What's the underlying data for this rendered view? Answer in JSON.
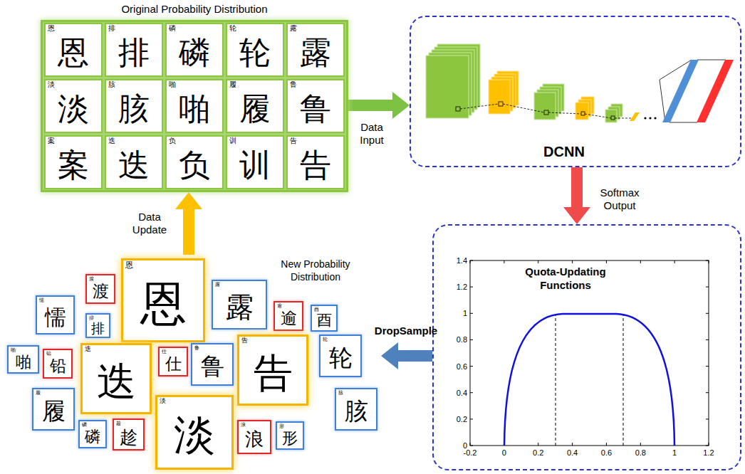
{
  "diagram": {
    "nodes": [
      {
        "text": [
          "Original Probability Distribution"
        ]
      },
      {
        "text": [
          "恩",
          "恩"
        ],
        "in": 0
      },
      {
        "text": [
          "排",
          "排"
        ],
        "in": 0
      },
      {
        "text": [
          "磷",
          "磷"
        ],
        "in": 0
      },
      {
        "text": [
          "轮",
          "轮"
        ],
        "in": 0
      },
      {
        "text": [
          "露",
          "露"
        ],
        "in": 0
      },
      {
        "text": [
          "淡",
          "淡"
        ],
        "in": 0
      },
      {
        "text": [
          "胲",
          "胲"
        ],
        "in": 0
      },
      {
        "text": [
          "啪",
          "啪"
        ],
        "in": 0
      },
      {
        "text": [
          "履",
          "履"
        ],
        "in": 0
      },
      {
        "text": [
          "鲁",
          "鲁"
        ],
        "in": 0
      },
      {
        "text": [
          "案",
          "案"
        ],
        "in": 0
      },
      {
        "text": [
          "迭",
          "迭"
        ],
        "in": 0
      },
      {
        "text": [
          "负",
          "负"
        ],
        "in": 0
      },
      {
        "text": [
          "训",
          "训"
        ],
        "in": 0
      },
      {
        "text": [
          "告",
          "告"
        ],
        "in": 0
      },
      {
        "text": [
          "DCNN"
        ]
      },
      {
        "text": [
          "Quota-Updating Functions"
        ]
      },
      {
        "text": [
          "New Probability Distribution"
        ]
      },
      {
        "text": [
          "渡",
          "渡"
        ],
        "in": 18
      },
      {
        "text": [
          "恩",
          "恩"
        ],
        "in": 18
      },
      {
        "text": [
          "露",
          "露"
        ],
        "in": 18
      },
      {
        "text": [
          "懦",
          "懦"
        ],
        "in": 18
      },
      {
        "text": [
          "逾",
          "逾"
        ],
        "in": 18
      },
      {
        "text": [
          "酉",
          "酉"
        ],
        "in": 18
      },
      {
        "text": [
          "排",
          "排"
        ],
        "in": 18
      },
      {
        "text": [
          "告",
          "告"
        ],
        "in": 18
      },
      {
        "text": [
          "轮",
          "轮"
        ],
        "in": 18
      },
      {
        "text": [
          "迭",
          "迭"
        ],
        "in": 18
      },
      {
        "text": [
          "鲁",
          "鲁"
        ],
        "in": 18
      },
      {
        "text": [
          "啪",
          "啪"
        ],
        "in": 18
      },
      {
        "text": [
          "铅",
          "铅"
        ],
        "in": 18
      },
      {
        "text": [
          "仕",
          "仕"
        ],
        "in": 18
      },
      {
        "text": [
          "履",
          "履"
        ],
        "in": 18
      },
      {
        "text": [
          "胲",
          "胲"
        ],
        "in": 18
      },
      {
        "text": [
          "淡",
          "淡"
        ],
        "in": 18
      },
      {
        "text": [
          "磷",
          "磷"
        ],
        "in": 18
      },
      {
        "text": [
          "趁",
          "趁"
        ],
        "in": 18
      },
      {
        "text": [
          "浪",
          "浪"
        ],
        "in": 18
      },
      {
        "text": [
          "形",
          "形"
        ],
        "in": 18
      }
    ],
    "edges": [
      {
        "from": 0,
        "to": 16,
        "arrow": "to",
        "label": "Data Input"
      },
      {
        "from": 16,
        "to": 17,
        "arrow": "to",
        "label": "Softmax Output"
      },
      {
        "from": 17,
        "to": 18,
        "arrow": "to",
        "label": "DropSample"
      },
      {
        "from": 18,
        "to": 0,
        "arrow": "to",
        "label": "Data Update"
      }
    ],
    "labels": [
      "0",
      "0.2",
      "0.4",
      "0.6",
      "0.8",
      "1",
      "1.2",
      "1.4",
      "-0.2",
      "0",
      "0.2",
      "0.4",
      "0.6",
      "0.8",
      "1",
      "1.2"
    ]
  }
}
